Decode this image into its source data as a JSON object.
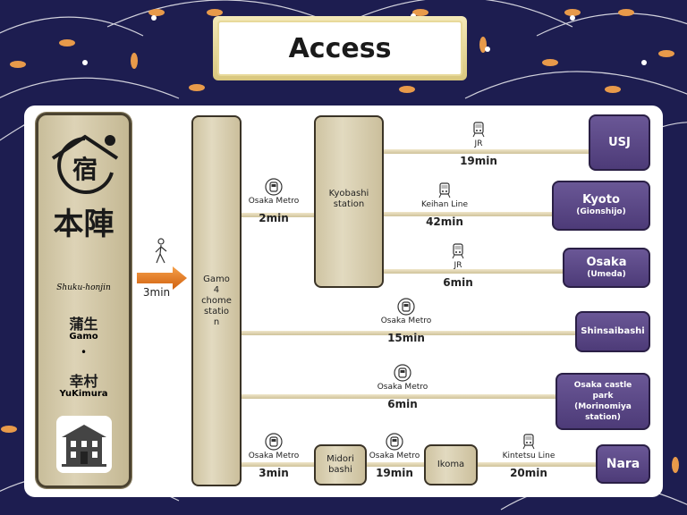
{
  "title": "Access",
  "hotel": {
    "kanji_name": "本陣",
    "romaji_name": "Shuku-honjin",
    "area1_kanji": "蒲生",
    "area1": "Gamo",
    "separator": "•",
    "area2_kanji": "幸村",
    "area2": "YuKimura",
    "logo_icon": "inn-roof-logo",
    "building_icon": "building-icon"
  },
  "walk": {
    "icon": "walking-person-icon",
    "time": "3min"
  },
  "stations": {
    "gamo": "Gamo\n4\nchome\nstatio\nn",
    "kyobashi": "Kyobashi\nstation",
    "midori": "Midori\nbashi",
    "ikoma": "Ikoma"
  },
  "routes": [
    {
      "line": "Osaka Metro",
      "time": "2min",
      "icon": "metro-icon"
    },
    {
      "line": "JR",
      "time": "19min",
      "icon": "train-icon",
      "dest": "USJ",
      "sub": ""
    },
    {
      "line": "Keihan Line",
      "time": "42min",
      "icon": "train-icon",
      "dest": "Kyoto",
      "sub": "(Gionshijo)"
    },
    {
      "line": "JR",
      "time": "6min",
      "icon": "train-icon",
      "dest": "Osaka",
      "sub": "(Umeda)"
    },
    {
      "line": "Osaka Metro",
      "time": "15min",
      "icon": "metro-icon",
      "dest": "Shinsaibashi"
    },
    {
      "line": "Osaka Metro",
      "time": "6min",
      "icon": "metro-icon",
      "dest": "Osaka castle\npark\n(Morinomiya\nstation)"
    },
    {
      "line": "Osaka Metro",
      "time": "3min",
      "icon": "metro-icon"
    },
    {
      "line": "Osaka Metro",
      "time": "19min",
      "icon": "metro-icon"
    },
    {
      "line": "Kintetsu  Line",
      "time": "20min",
      "icon": "train-icon",
      "dest": "Nara"
    }
  ],
  "colors": {
    "background": "#1d1d50",
    "destination": "#5a4785",
    "station": "#d8ceb0",
    "arrow": "#e8781e"
  }
}
